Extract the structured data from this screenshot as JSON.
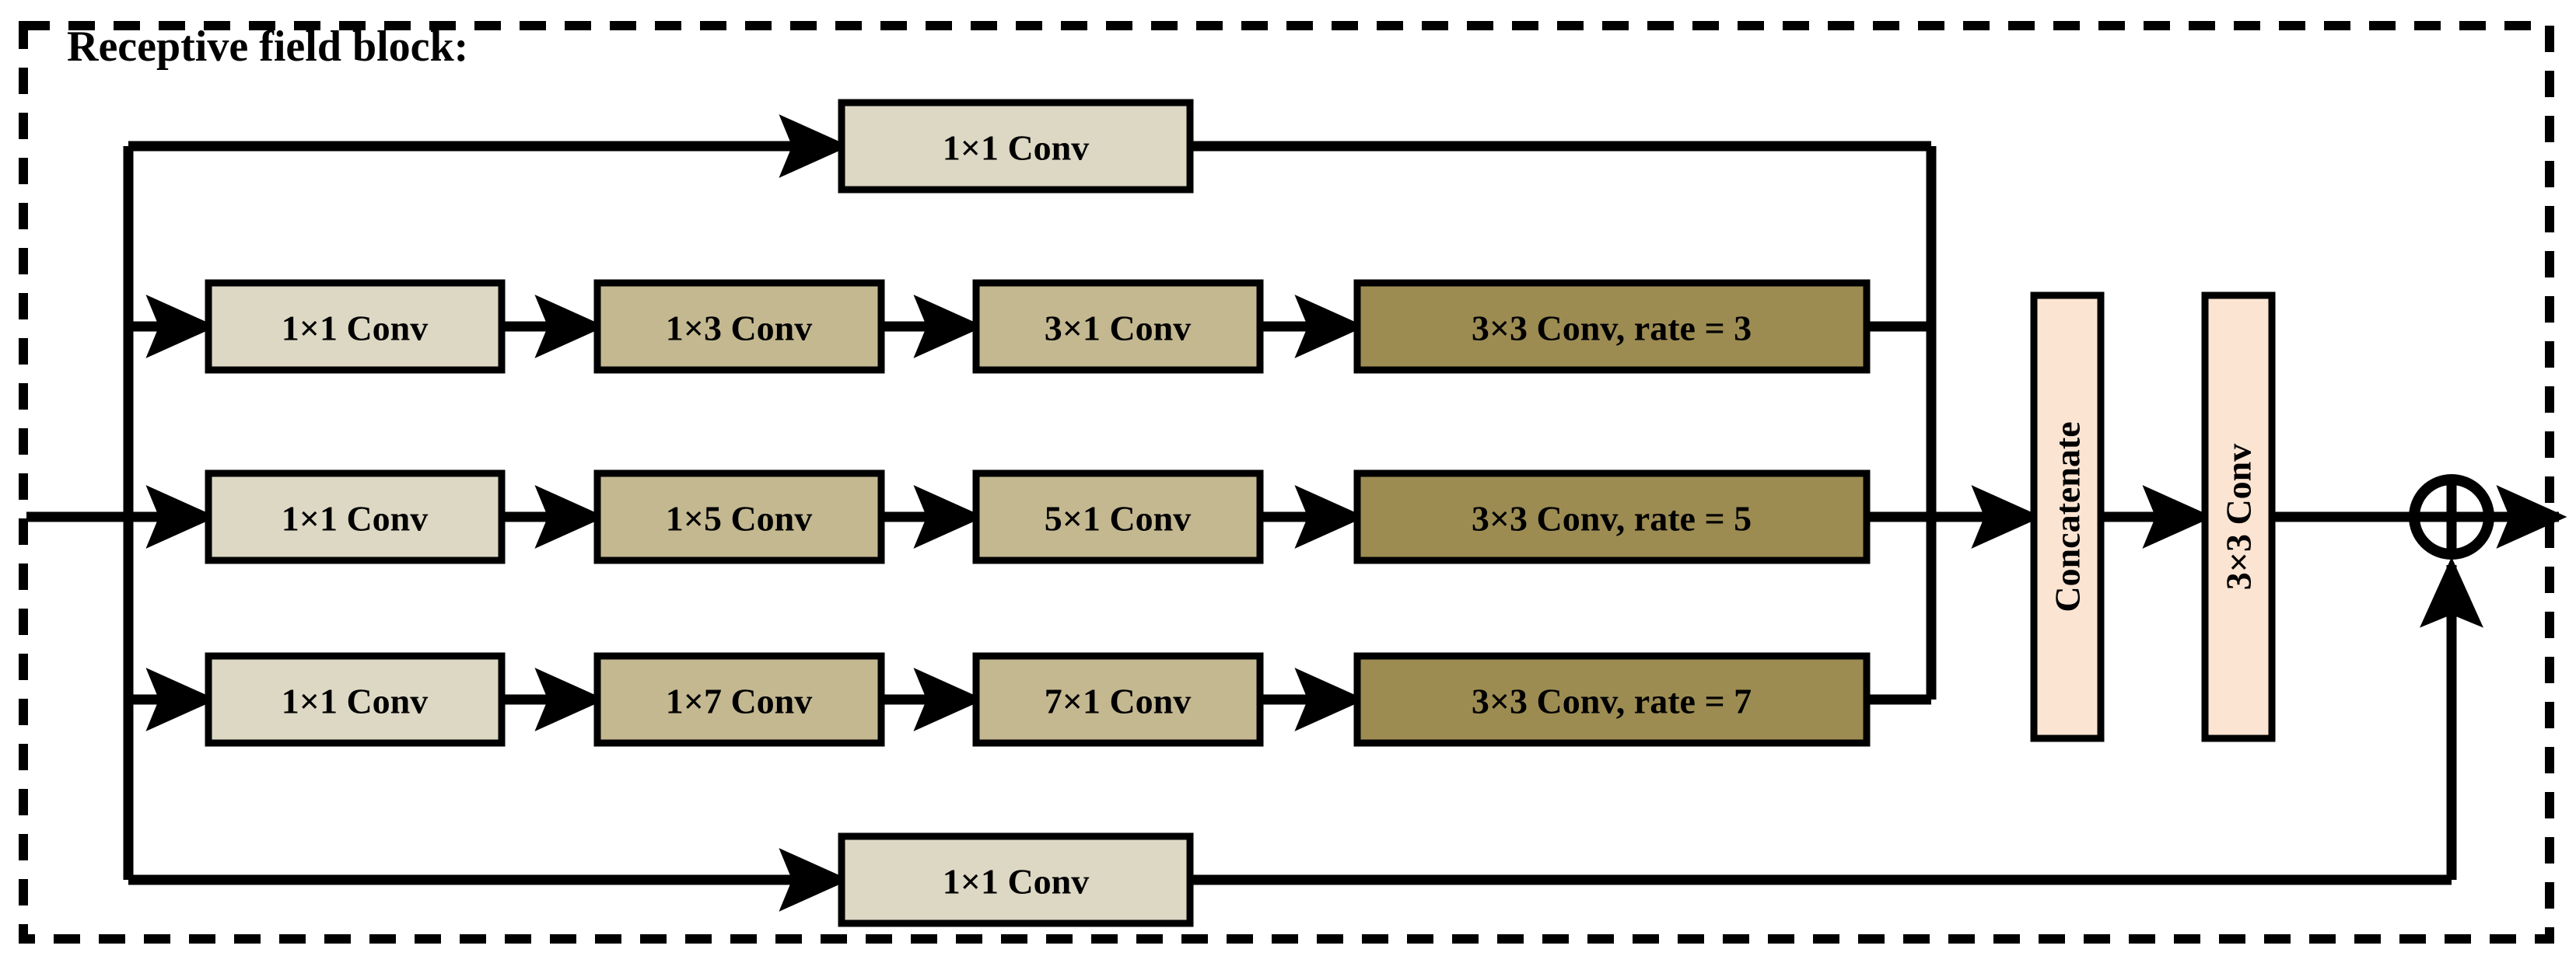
{
  "diagram": {
    "title": "Receptive field block:",
    "frame_style": "dashed",
    "colors": {
      "light_beige": "#ddd8c4",
      "mid_tan": "#c4b891",
      "dark_olive": "#9c8c52",
      "peach": "#fce4d2",
      "stroke": "#000000",
      "background": "#ffffff"
    },
    "shortcut_top": {
      "label": "1×1 Conv"
    },
    "shortcut_bottom": {
      "label": "1×1 Conv"
    },
    "branches": [
      {
        "id": "branch-rate-3",
        "stages": [
          {
            "label": "1×1 Conv",
            "tone": "light_beige"
          },
          {
            "label": "1×3 Conv",
            "tone": "mid_tan"
          },
          {
            "label": "3×1 Conv",
            "tone": "mid_tan"
          },
          {
            "label": "3×3 Conv, rate = 3",
            "tone": "dark_olive"
          }
        ]
      },
      {
        "id": "branch-rate-5",
        "stages": [
          {
            "label": "1×1 Conv",
            "tone": "light_beige"
          },
          {
            "label": "1×5 Conv",
            "tone": "mid_tan"
          },
          {
            "label": "5×1 Conv",
            "tone": "mid_tan"
          },
          {
            "label": "3×3 Conv, rate = 5",
            "tone": "dark_olive"
          }
        ]
      },
      {
        "id": "branch-rate-7",
        "stages": [
          {
            "label": "1×1 Conv",
            "tone": "light_beige"
          },
          {
            "label": "1×7 Conv",
            "tone": "mid_tan"
          },
          {
            "label": "7×1 Conv",
            "tone": "mid_tan"
          },
          {
            "label": "3×3 Conv, rate = 7",
            "tone": "dark_olive"
          }
        ]
      }
    ],
    "merge": {
      "label": "Concatenate",
      "tone": "peach"
    },
    "fuse": {
      "label": "3×3 Conv",
      "tone": "peach"
    },
    "sum": {
      "label": "⊕",
      "name": "element-wise-addition"
    }
  }
}
